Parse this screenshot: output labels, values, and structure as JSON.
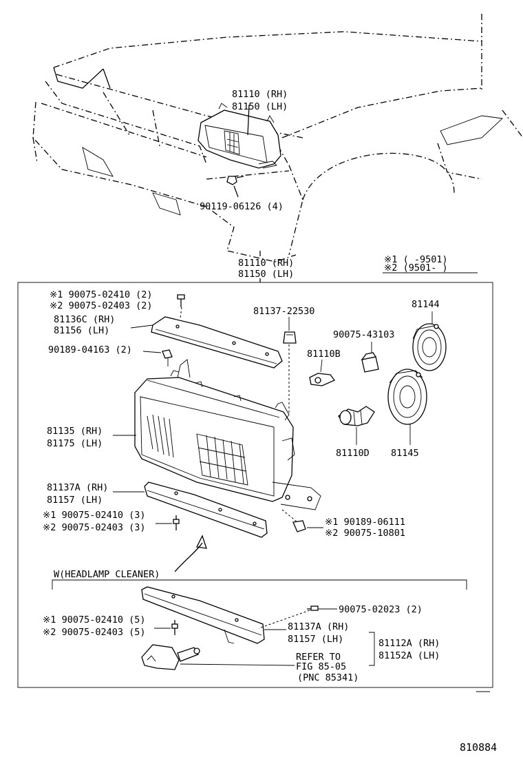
{
  "overview": {
    "headlamp_rh": "81110 (RH)",
    "headlamp_lh": "81150 (LH)",
    "screw": "90119-06126 (4)"
  },
  "assembly": {
    "rh": "81110 (RH)",
    "lh": "81150 (LH)"
  },
  "legend": {
    "row1": "※1  (     -9501)",
    "row2": "※2  (9501-     )"
  },
  "labels": {
    "screw_top_1": "※1 90075-02410 (2)",
    "screw_top_2": "※2 90075-02403 (2)",
    "bracket_rh": "81136C (RH)",
    "bracket_lh": "81156  (LH)",
    "clip_top": "90189-04163 (2)",
    "socket": "81137-22530",
    "bulb_small": "81110B",
    "retainer": "90075-43103",
    "cover": "81144",
    "unit_rh": "81135 (RH)",
    "unit_lh": "81175 (LH)",
    "bulb_main": "81110D",
    "ring": "81145",
    "lower_rh": "81137A (RH)",
    "lower_lh": "81157  (LH)",
    "screw_low_1": "※1 90075-02410 (3)",
    "screw_low_2": "※2 90075-02403 (3)",
    "clip_low_1": "※1  90189-06111",
    "clip_low_2": "※2  90075-10801"
  },
  "cleaner": {
    "header": "W(HEADLAMP CLEANER)",
    "screw_1": "※1 90075-02410 (5)",
    "screw_2": "※2 90075-02403 (5)",
    "screw_side": "90075-02023 (2)",
    "lower_rh": "81137A (RH)",
    "lower_lh": "81157  (LH)",
    "cleaner_rh": "81112A (RH)",
    "cleaner_lh": "81152A (LH)",
    "refer_1": "REFER TO",
    "refer_2": "FIG 85-05",
    "refer_3": "(PNC 85341)"
  },
  "figure_number": "810884"
}
